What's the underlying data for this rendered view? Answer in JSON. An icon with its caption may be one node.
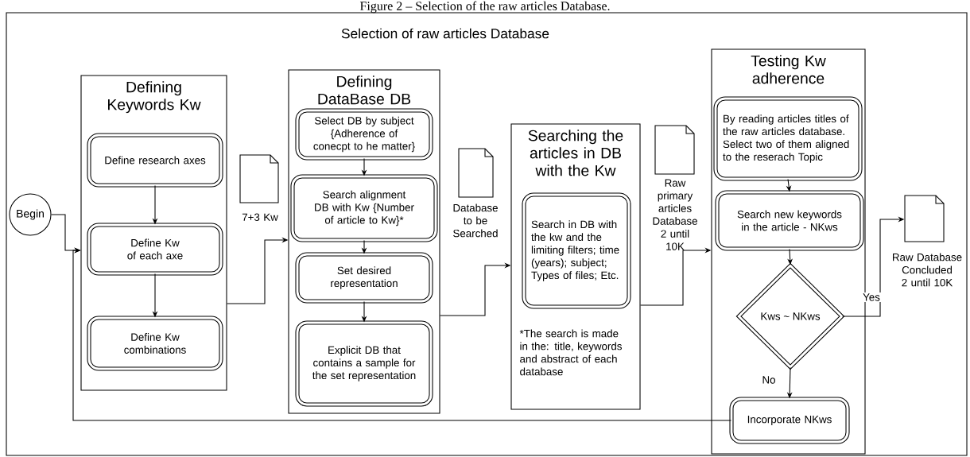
{
  "diagram": {
    "title": "Figure 2 – Selection of the raw articles Database.",
    "nodes": [
      {
        "text": [
          "Selection of raw articles Database"
        ]
      },
      {
        "text": [
          "Begin"
        ],
        "in": 0
      },
      {
        "text": [
          "Defining Keywords Kw"
        ],
        "in": 0
      },
      {
        "text": [
          "Define research axes"
        ],
        "in": 2
      },
      {
        "text": [
          "Define Kw of each axe"
        ],
        "in": 2
      },
      {
        "text": [
          "Define Kw combinations"
        ],
        "in": 2
      },
      {
        "text": [],
        "shape": "document",
        "beside": [
          "7+3 Kw"
        ],
        "in": 0
      },
      {
        "text": [
          "Defining DataBase DB"
        ],
        "in": 0
      },
      {
        "text": [
          "Select DB by subject {Adherence of conecpt to he matter}"
        ],
        "in": 7
      },
      {
        "text": [
          "Search alignment DB with Kw {Number of article to Kw}*"
        ],
        "in": 7
      },
      {
        "text": [
          "Set desired representation"
        ],
        "in": 7
      },
      {
        "text": [
          "Explicit DB that contains a sample for the set representation"
        ],
        "in": 7
      },
      {
        "text": [],
        "shape": "document",
        "beside": [
          "Database to be Searched"
        ],
        "in": 0
      },
      {
        "text": [
          "Searching the articles in DB with the Kw",
          "*The search is made in the: title, keywords and abstract of each database"
        ],
        "in": 0
      },
      {
        "text": [
          "Search in DB with the kw and the limiting filters; time (years); subject; Types of files; Etc."
        ],
        "in": 13
      },
      {
        "text": [],
        "shape": "document",
        "beside": [
          "Raw primary articles Database 2 until 10K"
        ],
        "in": 0
      },
      {
        "text": [
          "Testing Kw adherence"
        ],
        "in": 0
      },
      {
        "text": [
          "By reading articles titles of the raw articles database. Select two of them aligned to the reserach Topic"
        ],
        "in": 16
      },
      {
        "text": [
          "Search new keywords in the article - NKws"
        ],
        "in": 16
      },
      {
        "text": [
          "Kws ~ NKws"
        ],
        "in": 16
      },
      {
        "text": [
          "Incorporate NKws"
        ],
        "in": 16
      },
      {
        "text": [],
        "shape": "document",
        "beside": [
          "Raw Database Concluded 2 until 10K"
        ],
        "in": 0
      }
    ],
    "edges": [
      {
        "from": 1,
        "to": 2,
        "arrow": "to"
      },
      {
        "from": 3,
        "to": 4,
        "arrow": "to"
      },
      {
        "from": 4,
        "to": 5,
        "arrow": "to"
      },
      {
        "from": 2,
        "to": 7,
        "arrow": "to"
      },
      {
        "from": 8,
        "to": 9,
        "arrow": "to"
      },
      {
        "from": 9,
        "to": 10,
        "arrow": "to"
      },
      {
        "from": 10,
        "to": 11,
        "arrow": "to"
      },
      {
        "from": 7,
        "to": 13,
        "arrow": "to"
      },
      {
        "from": 13,
        "to": 16,
        "arrow": "to"
      },
      {
        "from": 17,
        "to": 18,
        "arrow": "to"
      },
      {
        "from": 18,
        "to": 19,
        "arrow": "to"
      },
      {
        "from": 19,
        "to": 20,
        "arrow": "to",
        "label": "No"
      },
      {
        "from": 19,
        "to": 21,
        "arrow": "to",
        "label": "Yes"
      },
      {
        "from": 20,
        "to": 2,
        "arrow": "to"
      }
    ]
  }
}
